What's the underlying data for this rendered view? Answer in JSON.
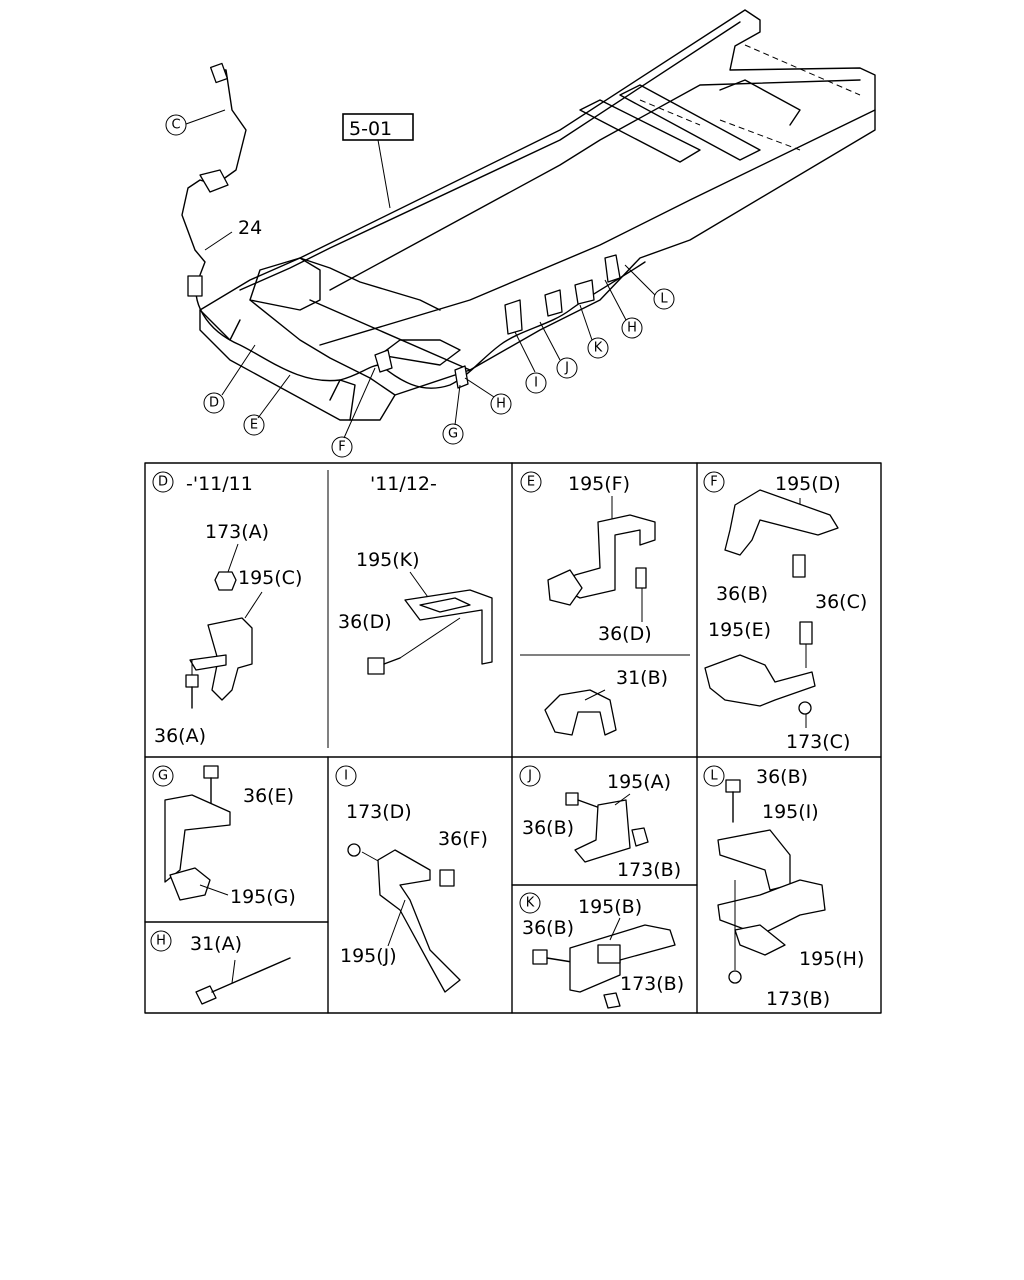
{
  "reference_box": "5-01",
  "callouts": {
    "main_labels": [
      "C",
      "D",
      "E",
      "F",
      "G",
      "H",
      "I",
      "J",
      "K",
      "H",
      "L"
    ],
    "part_24": "24"
  },
  "panels": {
    "D_old": {
      "letter": "D",
      "title": "-'11/11",
      "labels": [
        "173(A)",
        "195(C)",
        "36(A)"
      ]
    },
    "D_new": {
      "title": "'11/12-",
      "labels": [
        "195(K)",
        "36(D)"
      ]
    },
    "E": {
      "letter": "E",
      "labels": [
        "195(F)",
        "36(D)",
        "31(B)"
      ]
    },
    "F": {
      "letter": "F",
      "labels": [
        "195(D)",
        "36(B)",
        "36(C)",
        "195(E)",
        "173(C)"
      ]
    },
    "G": {
      "letter": "G",
      "labels": [
        "36(E)",
        "195(G)"
      ]
    },
    "I": {
      "letter": "I",
      "labels": [
        "173(D)",
        "36(F)",
        "195(J)"
      ]
    },
    "J": {
      "letter": "J",
      "labels": [
        "195(A)",
        "36(B)",
        "173(B)"
      ]
    },
    "L": {
      "letter": "L",
      "labels": [
        "36(B)",
        "195(I)",
        "195(H)",
        "173(B)"
      ]
    },
    "H": {
      "letter": "H",
      "labels": [
        "31(A)"
      ]
    },
    "K": {
      "letter": "K",
      "labels": [
        "195(B)",
        "36(B)",
        "173(B)"
      ]
    }
  }
}
